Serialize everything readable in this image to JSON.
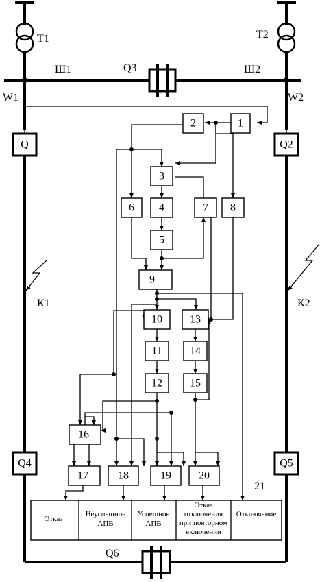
{
  "labels": {
    "t1": "Т1",
    "t2": "Т2",
    "sh1": "Ш1",
    "sh2": "Ш2",
    "q3": "Q3",
    "w1": "W1",
    "w2": "W2",
    "q": "Q",
    "q2": "Q2",
    "q4": "Q4",
    "q5": "Q5",
    "q6": "Q6",
    "k1": "К1",
    "k2": "К2",
    "n21": "21"
  },
  "blocks": [
    "1",
    "2",
    "3",
    "4",
    "5",
    "6",
    "7",
    "8",
    "9",
    "10",
    "11",
    "12",
    "13",
    "14",
    "15",
    "16",
    "17",
    "18",
    "19",
    "20"
  ],
  "panel_cells": [
    [
      "Отказ"
    ],
    [
      "Неуспешное",
      "АПВ"
    ],
    [
      "Успешное",
      "АПВ"
    ],
    [
      "Отказ",
      "отключения",
      "при повторном",
      "включении"
    ],
    [
      "Отключение"
    ]
  ]
}
